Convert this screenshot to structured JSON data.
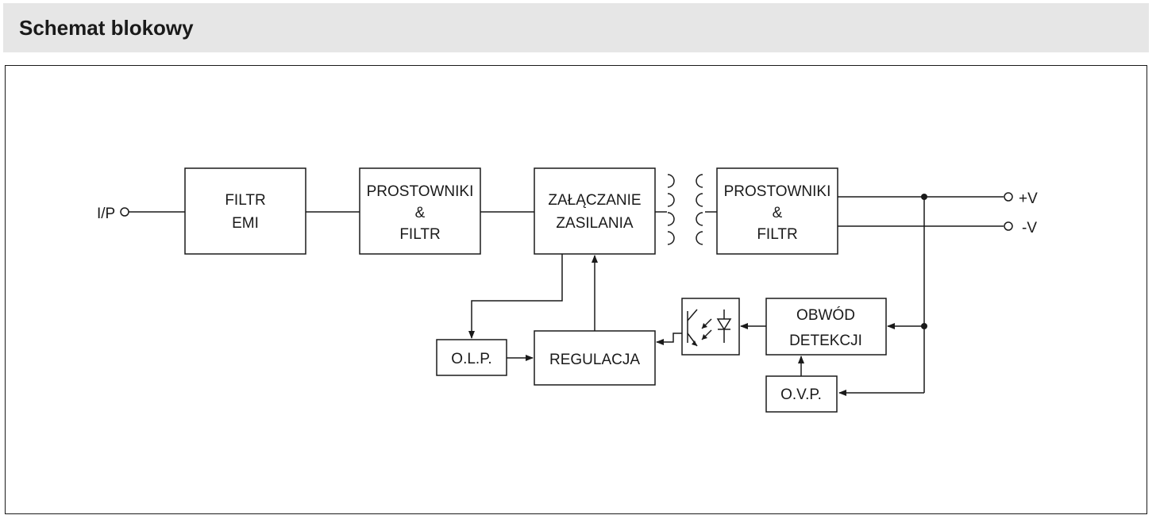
{
  "header": {
    "title": "Schemat blokowy"
  },
  "diagram": {
    "input_terminal": "I/P",
    "outputs": {
      "positive": "+V",
      "negative": "-V"
    },
    "blocks": {
      "emi_filter": {
        "line1": "FILTR",
        "line2": "EMI"
      },
      "rectifier_in": {
        "line1": "PROSTOWNIKI",
        "line2": "&",
        "line3": "FILTR"
      },
      "switching": {
        "line1": "ZAŁĄCZANIE",
        "line2": "ZASILANIA"
      },
      "rectifier_out": {
        "line1": "PROSTOWNIKI",
        "line2": "&",
        "line3": "FILTR"
      },
      "detection": {
        "line1": "OBWÓD",
        "line2": "DETEKCJI"
      },
      "regulation": {
        "line1": "REGULACJA"
      },
      "olp": {
        "line1": "O.L.P."
      },
      "ovp": {
        "line1": "O.V.P."
      }
    }
  },
  "colors": {
    "line": "#1a1a1a",
    "header_bg": "#e6e6e6",
    "background": "#ffffff"
  },
  "icons": [
    "transformer-icon",
    "optocoupler-icon",
    "terminal-circle-icon",
    "junction-dot-icon",
    "arrow-icon"
  ]
}
